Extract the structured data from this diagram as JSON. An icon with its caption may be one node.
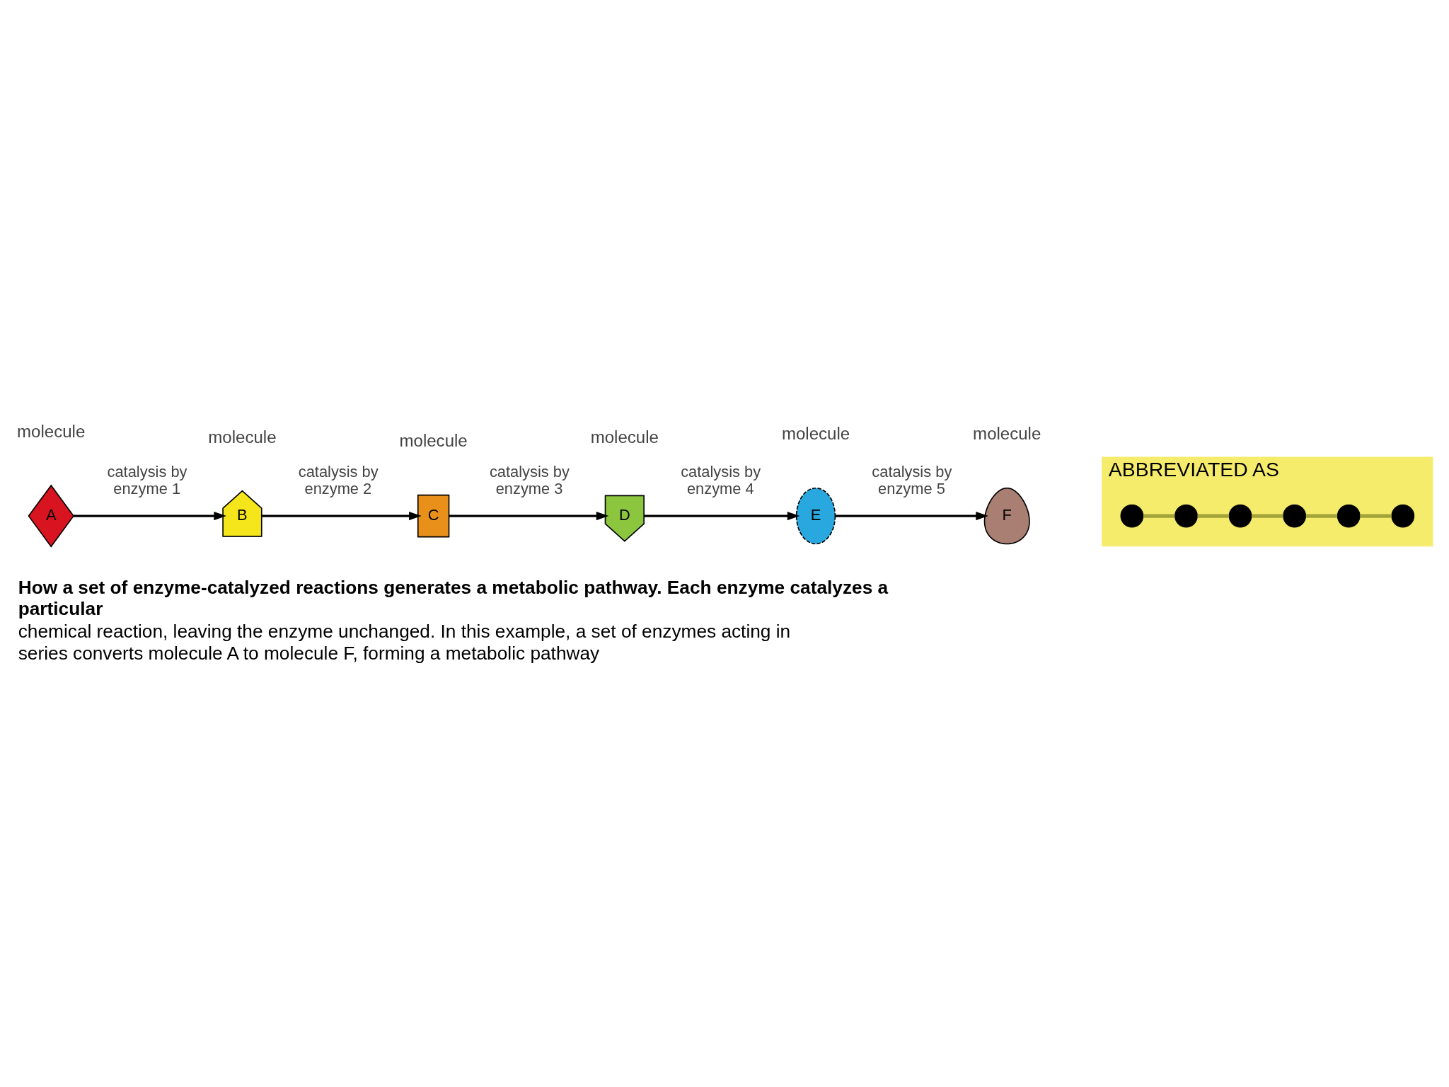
{
  "diagram": {
    "caption": "**How a set of enzyme-catalyzed reactions generates a metabolic pathway. Each enzyme catalyzes a particular** chemical reaction, leaving the enzyme unchanged. In this example, a set of enzymes acting in series converts molecule A to molecule F, forming a metabolic pathway",
    "nodes": [
      {
        "text": [
          "A"
        ],
        "beside": [
          "molecule"
        ]
      },
      {
        "text": [
          "B"
        ],
        "beside": [
          "molecule"
        ]
      },
      {
        "text": [
          "C"
        ],
        "beside": [
          "molecule"
        ]
      },
      {
        "text": [
          "D"
        ],
        "beside": [
          "molecule"
        ]
      },
      {
        "text": [
          "E"
        ],
        "beside": [
          "molecule"
        ]
      },
      {
        "text": [
          "F"
        ],
        "beside": [
          "molecule"
        ]
      },
      {
        "text": [
          "ABBREVIATED AS"
        ]
      },
      {
        "text": [],
        "shape": "circle",
        "in": 6
      },
      {
        "text": [],
        "shape": "circle",
        "in": 6
      },
      {
        "text": [],
        "shape": "circle",
        "in": 6
      },
      {
        "text": [],
        "shape": "circle",
        "in": 6
      },
      {
        "text": [],
        "shape": "circle",
        "in": 6
      },
      {
        "text": [],
        "shape": "circle",
        "in": 6
      }
    ],
    "edges": [
      {
        "from": 0,
        "to": 1,
        "arrow": "to",
        "label": "catalysis by enzyme 1"
      },
      {
        "from": 1,
        "to": 2,
        "arrow": "to",
        "label": "catalysis by enzyme 2"
      },
      {
        "from": 2,
        "to": 3,
        "arrow": "to",
        "label": "catalysis by enzyme 3"
      },
      {
        "from": 3,
        "to": 4,
        "arrow": "to",
        "label": "catalysis by enzyme 4"
      },
      {
        "from": 4,
        "to": 5,
        "arrow": "to",
        "label": "catalysis by enzyme 5"
      },
      {
        "from": 7,
        "to": 8,
        "arrow": "none",
        "color": "#a3a33a"
      },
      {
        "from": 8,
        "to": 9,
        "arrow": "none",
        "color": "#a3a33a"
      },
      {
        "from": 9,
        "to": 10,
        "arrow": "none",
        "color": "#a3a33a"
      },
      {
        "from": 10,
        "to": 11,
        "arrow": "none",
        "color": "#a3a33a"
      },
      {
        "from": 11,
        "to": 12,
        "arrow": "none",
        "color": "#a3a33a"
      }
    ]
  }
}
